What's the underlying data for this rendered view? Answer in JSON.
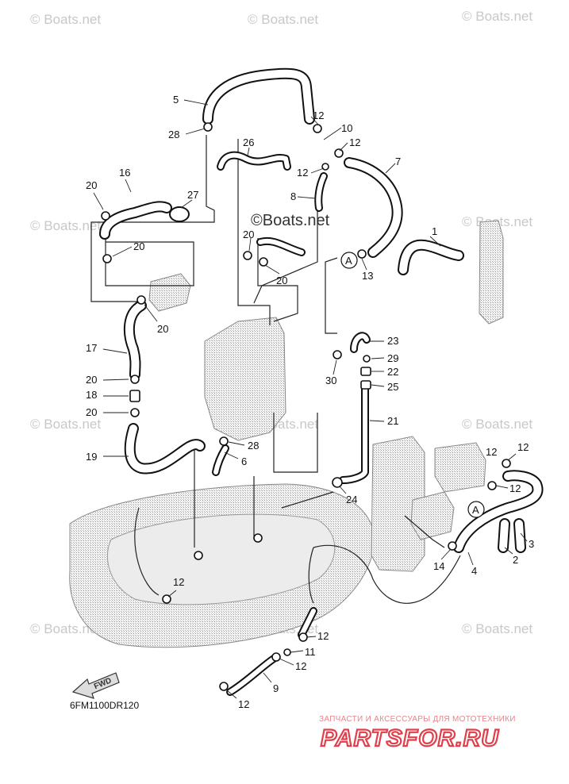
{
  "watermarks": {
    "repeat": "© Boats.net",
    "center": "©Boats.net"
  },
  "diagram_code": "6FM1100DR120",
  "fwd_label": "FWD",
  "reference_markers": [
    "A",
    "A"
  ],
  "brand": {
    "tagline": "ЗАПЧАСТИ И АКСЕССУАРЫ ДЛЯ МОТОТЕХНИКИ",
    "logo": "PARTSFOR.RU"
  },
  "callouts": [
    "5",
    "12",
    "10",
    "12",
    "28",
    "26",
    "12",
    "7",
    "16",
    "20",
    "27",
    "8",
    "1",
    "20",
    "20",
    "13",
    "20",
    "20",
    "17",
    "23",
    "29",
    "22",
    "25",
    "20",
    "18",
    "20",
    "30",
    "21",
    "19",
    "28",
    "6",
    "12",
    "24",
    "12",
    "3",
    "12",
    "14",
    "4",
    "2",
    "12",
    "12",
    "11",
    "12",
    "9",
    "12"
  ],
  "colors": {
    "line": "#111111",
    "watermark": "#c8c8c8",
    "brand_red": "#e0404c"
  }
}
